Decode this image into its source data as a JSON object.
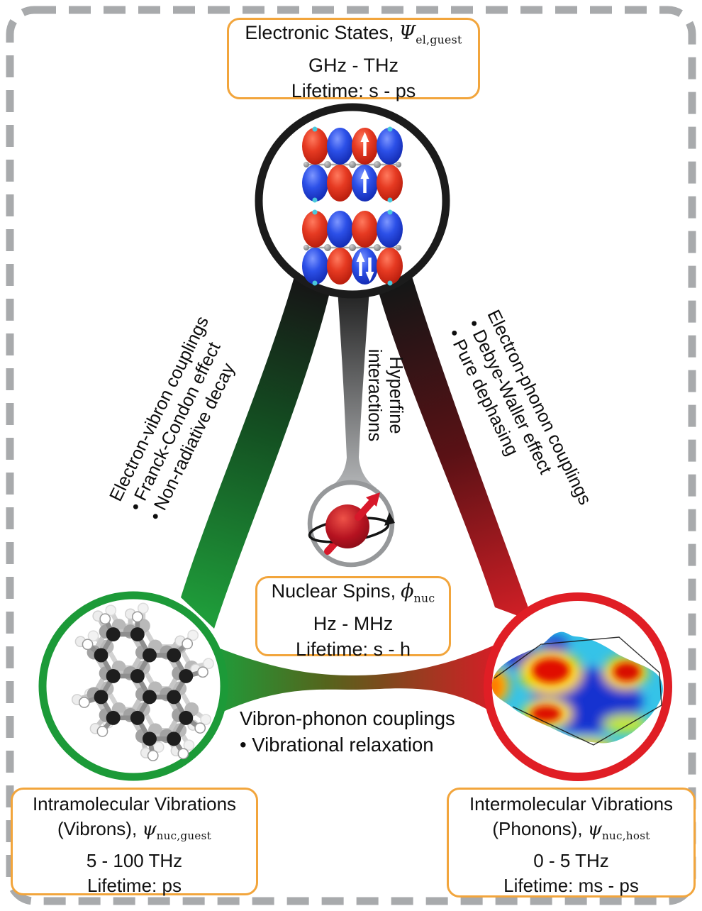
{
  "figure": {
    "background": "#ffffff",
    "frame_color": "#a8aaac",
    "accent_orange": "#f2a53c",
    "green": "#1f9c3a",
    "red": "#d81f26",
    "black": "#1a1a1a",
    "gray": "#97999b"
  },
  "nodes": {
    "electronic": {
      "title": "Electronic States,",
      "symbol": "Ψ",
      "symbol_sub": "el,guest",
      "range": "GHz - THz",
      "lifetime": "Lifetime: s - ps"
    },
    "nuclear": {
      "title": "Nuclear Spins,",
      "symbol": "ϕ",
      "symbol_sub": "nuc",
      "range": "Hz - MHz",
      "lifetime": "Lifetime: s - h"
    },
    "vibrons": {
      "title": "Intramolecular Vibrations",
      "subtitle": "(Vibrons),",
      "symbol": "ψ",
      "symbol_sub": "nuc,guest",
      "range": "5 - 100 THz",
      "lifetime": "Lifetime: ps"
    },
    "phonons": {
      "title": "Intermolecular Vibrations",
      "subtitle": "(Phonons),",
      "symbol": "ψ",
      "symbol_sub": "nuc,host",
      "range": "0 - 5 THz",
      "lifetime": "Lifetime: ms - ps"
    }
  },
  "couplings": {
    "electron_vibron": {
      "lines": [
        "Electron-vibron couplings",
        "• Franck-Condon effect",
        "• Non-radiative decay"
      ]
    },
    "hyperfine": {
      "lines": [
        "Hyperfine",
        "interactions"
      ]
    },
    "electron_phonon": {
      "lines": [
        "Electron-phonon couplings",
        "• Debye-Waller effect",
        "• Pure dephasing"
      ]
    },
    "vibron_phonon": {
      "lines": [
        "Vibron-phonon couplings",
        "• Vibrational relaxation"
      ]
    }
  }
}
